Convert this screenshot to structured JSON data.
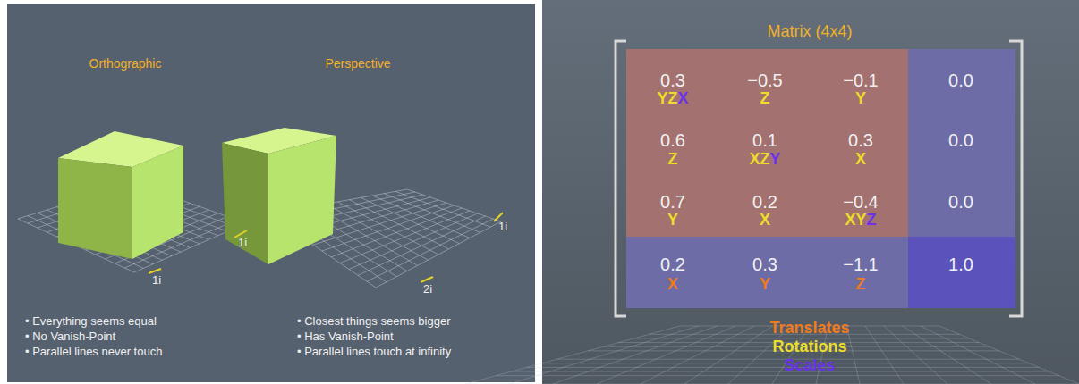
{
  "diagram": {
    "labels": [
      "Orthographic",
      "Perspective",
      "1i",
      "1i",
      "1i",
      "2i",
      "• Everything seems equal",
      "• No Vanish-Point",
      "• Parallel lines never touch",
      "• Closest things seems bigger",
      "• Has Vanish-Point",
      "• Parallel lines touch at infinity",
      "Matrix (4x4)",
      "0.3",
      "YZX",
      "−0.5",
      "Z",
      "−0.1",
      "Y",
      "0.0",
      "0.6",
      "Z",
      "0.1",
      "XZY",
      "0.3",
      "X",
      "0.0",
      "0.7",
      "Y",
      "0.2",
      "X",
      "−0.4",
      "XYZ",
      "0.0",
      "0.2",
      "X",
      "0.3",
      "Y",
      "−1.1",
      "Z",
      "1.0",
      "Translates",
      "Rotations",
      "Scales"
    ]
  }
}
